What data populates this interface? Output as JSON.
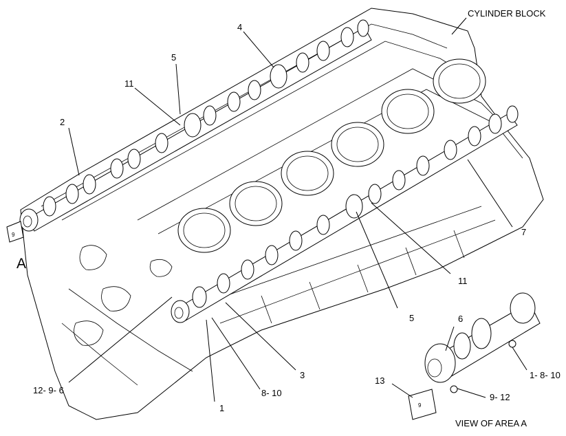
{
  "diagram": {
    "labels": {
      "cylinder_block": "CYLINDER BLOCK",
      "view_a": "VIEW OF AREA  A",
      "area_a": "A",
      "p1": "1",
      "p2": "2",
      "p3": "3",
      "p4": "4",
      "p5_top": "5",
      "p5_bottom": "5",
      "p6": "6",
      "p7": "7",
      "p11_top": "11",
      "p11_bottom": "11",
      "p12_9_6": "12- 9- 6",
      "p8_10": "8- 10",
      "p13": "13",
      "p9_12": "9- 12",
      "p1_8_10": "1- 8- 10"
    },
    "colors": {
      "line": "#000000",
      "background": "#ffffff"
    }
  }
}
